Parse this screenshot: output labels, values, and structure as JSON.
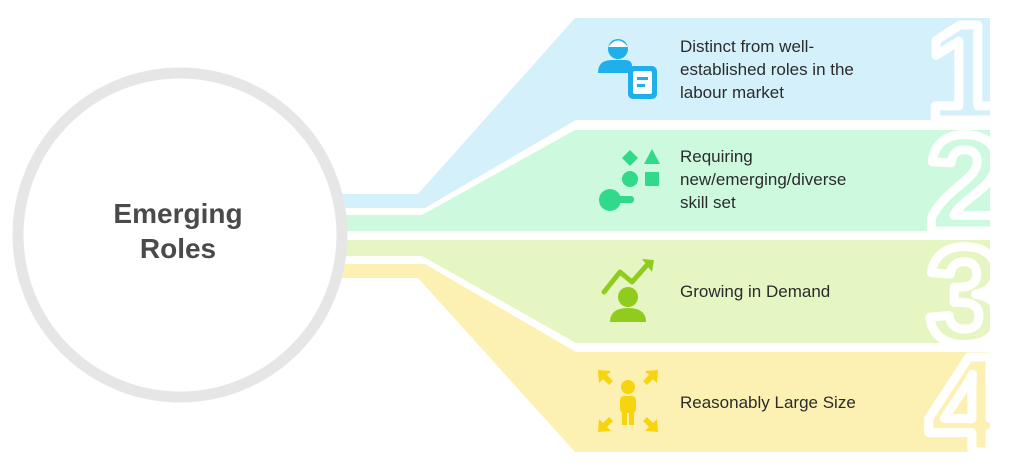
{
  "title": {
    "line1": "Emerging",
    "line2": "Roles"
  },
  "colors": {
    "circle": "#e6e6e6",
    "title_text": "#4a4a4a",
    "band1": "#d4f1fb",
    "icon1": "#1fb0ec",
    "band2": "#cdfadf",
    "icon2": "#31d98a",
    "band3": "#e6f6c2",
    "icon3": "#8fcc1e",
    "band4": "#fcf1b3",
    "icon4": "#f6d410"
  },
  "items": [
    {
      "number": "1",
      "icon": "worker-with-document-icon",
      "lines": [
        "Distinct from well-",
        "established roles in the",
        "labour market"
      ]
    },
    {
      "number": "2",
      "icon": "shapes-skill-icon",
      "lines": [
        "Requiring",
        "new/emerging/diverse",
        "skill set"
      ]
    },
    {
      "number": "3",
      "icon": "person-growth-chart-icon",
      "lines": [
        "Growing in Demand"
      ]
    },
    {
      "number": "4",
      "icon": "person-expand-arrows-icon",
      "lines": [
        "Reasonably Large Size"
      ]
    }
  ]
}
